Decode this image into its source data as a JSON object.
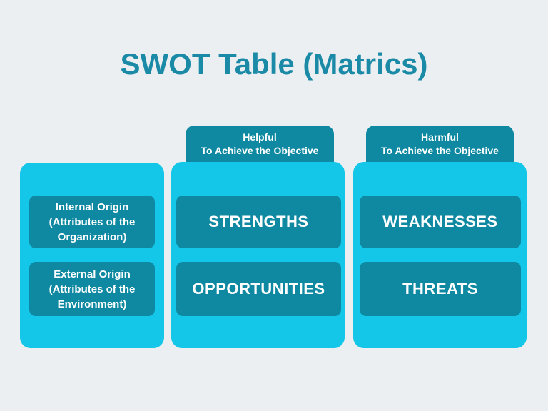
{
  "title": "SWOT Table (Matrics)",
  "column_headers": [
    {
      "name": "helpful",
      "lines": [
        "Helpful",
        "To Achieve the Objective"
      ]
    },
    {
      "name": "harmful",
      "lines": [
        "Harmful",
        "To Achieve the Objective"
      ]
    }
  ],
  "row_headers": [
    {
      "name": "internal-origin",
      "lines": [
        "Internal Origin",
        "(Attributes of the",
        "Organization)"
      ]
    },
    {
      "name": "external-origin",
      "lines": [
        "External Origin",
        "(Attributes of the",
        "Environment)"
      ]
    }
  ],
  "cells": [
    [
      "STRENGTHS",
      "OPPORTUNITIES"
    ],
    [
      "WEAKNESSES",
      "THREATS"
    ]
  ],
  "colors": {
    "background": "#ECEFF2",
    "column_fill": "#14C7E8",
    "box_fill": "#0F89A2",
    "title_text": "#1A8AA6",
    "box_text": "#FFFFFF"
  }
}
